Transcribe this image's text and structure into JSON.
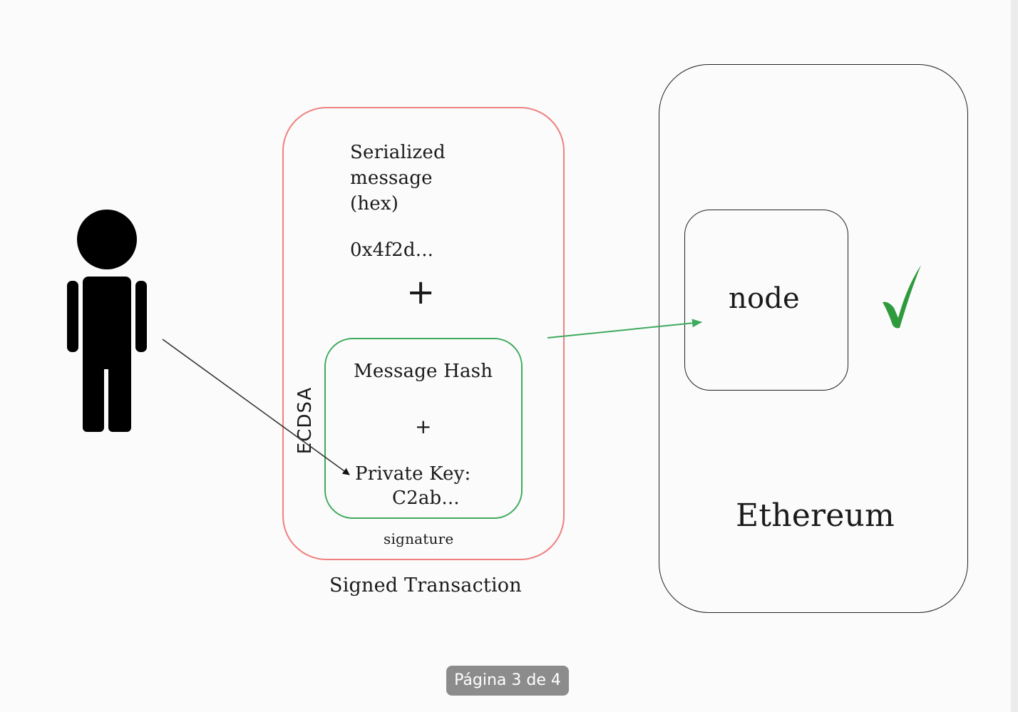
{
  "diagram": {
    "actor": {
      "icon": "person-icon"
    },
    "signed_transaction": {
      "caption": "Signed Transaction",
      "serialized_message_lines": [
        "Serialized",
        "message",
        "(hex)"
      ],
      "hex_value": "0x4f2d...",
      "plus": "+",
      "ecdsa_label": "ECDSA",
      "signature": {
        "message_hash": "Message Hash",
        "plus": "+",
        "private_key_label": "Private Key:",
        "private_key_value": "C2ab...",
        "caption": "signature"
      }
    },
    "ethereum": {
      "label": "Ethereum",
      "node_label": "node",
      "check_icon": "check-icon"
    },
    "colors": {
      "signed_transaction_border": "#f08080",
      "signature_border": "#3faa5d",
      "arrow_to_node": "#3faa5d",
      "check": "#2e9a3c"
    }
  },
  "viewer": {
    "page_indicator": "Página 3 de 4"
  }
}
